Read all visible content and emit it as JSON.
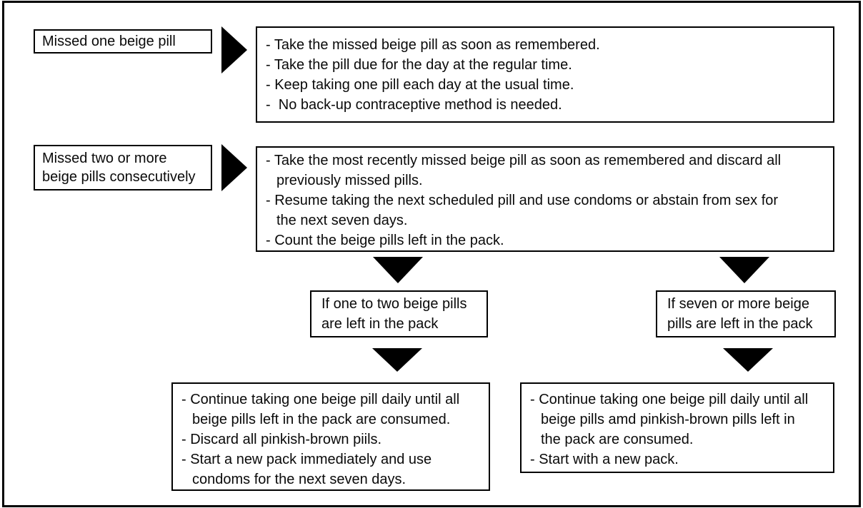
{
  "colors": {
    "ink": "#000000",
    "paper": "#ffffff"
  },
  "flowchart": {
    "scenario_one": {
      "label": "Missed one beige pill",
      "steps": [
        "- Take the missed beige pill as soon as remembered.",
        "- Take the pill due for the day at the regular time.",
        "- Keep taking one pill each day at the usual time.",
        "-  No back-up contraceptive method is needed."
      ]
    },
    "scenario_two": {
      "label": "Missed two or more\nbeige pills consecutively",
      "steps": [
        "- Take the most recently missed beige pill as soon as remembered and discard all\nprevi­ously missed pills.",
        "- Resume taking the next scheduled pill and use condoms or abstain from sex for\nthe next seven days.",
        "- Count the beige pills left in the pack."
      ]
    },
    "branch_few": {
      "condition": "If one to two beige pills\nare left in the pack",
      "steps": [
        "- Continue taking one beige pill daily until all\nbeige pills left in the pack are consumed.",
        "- Discard all pinkish-brown piils.",
        "- Start a new pack immediately and use\ncondoms for the next seven days."
      ]
    },
    "branch_many": {
      "condition": "If seven or more beige\npills are left in the pack",
      "steps": [
        "- Continue taking one beige pill daily until all\nbeige pills amd pinkish-brown pills left in\nthe pack are consumed.",
        "- Start with a new pack."
      ]
    }
  }
}
